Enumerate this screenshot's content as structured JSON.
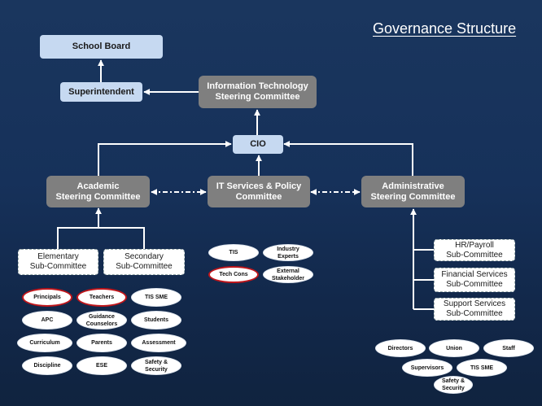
{
  "title": "Governance Structure",
  "nodes": {
    "school_board": "School Board",
    "superintendent": "Superintendent",
    "it_steering": "Information Technology\nSteering Committee",
    "cio": "CIO",
    "academic": "Academic\nSteering Committee",
    "it_services": "IT Services & Policy\nCommittee",
    "administrative": "Administrative\nSteering Committee"
  },
  "academic_subcommittees": [
    "Elementary\nSub-Committee",
    "Secondary\nSub-Committee"
  ],
  "administrative_subcommittees": [
    "HR/Payroll\nSub-Committee",
    "Financial Services\nSub-Committee",
    "Support Services\nSub-Committee"
  ],
  "academic_stakeholders": [
    {
      "label": "Principals",
      "highlight": true
    },
    {
      "label": "Teachers",
      "highlight": true
    },
    {
      "label": "TIS SME",
      "highlight": false
    },
    {
      "label": "APC",
      "highlight": false
    },
    {
      "label": "Guidance\nCounselors",
      "highlight": false
    },
    {
      "label": "Students",
      "highlight": false
    },
    {
      "label": "Curriculum",
      "highlight": false
    },
    {
      "label": "Parents",
      "highlight": false
    },
    {
      "label": "Assessment",
      "highlight": false
    },
    {
      "label": "Discipline",
      "highlight": false
    },
    {
      "label": "ESE",
      "highlight": false
    },
    {
      "label": "Safety &\nSecurity",
      "highlight": false
    }
  ],
  "it_stakeholders": [
    {
      "label": "TIS",
      "highlight": false
    },
    {
      "label": "Industry\nExperts",
      "highlight": false
    },
    {
      "label": "Tech Cons",
      "highlight": true
    },
    {
      "label": "External\nStakeholder",
      "highlight": false
    }
  ],
  "administrative_stakeholders": [
    {
      "label": "Directors",
      "highlight": false
    },
    {
      "label": "Union",
      "highlight": false
    },
    {
      "label": "Staff",
      "highlight": false
    },
    {
      "label": "Supervisors",
      "highlight": false
    },
    {
      "label": "TIS SME",
      "highlight": false
    },
    {
      "label": "Safety &\nSecurity",
      "highlight": false
    }
  ],
  "colors": {
    "background": "#16315a",
    "light_box": "#c6d9f1",
    "committee_box": "#7f7f7f",
    "highlight_border": "#c0161b"
  }
}
